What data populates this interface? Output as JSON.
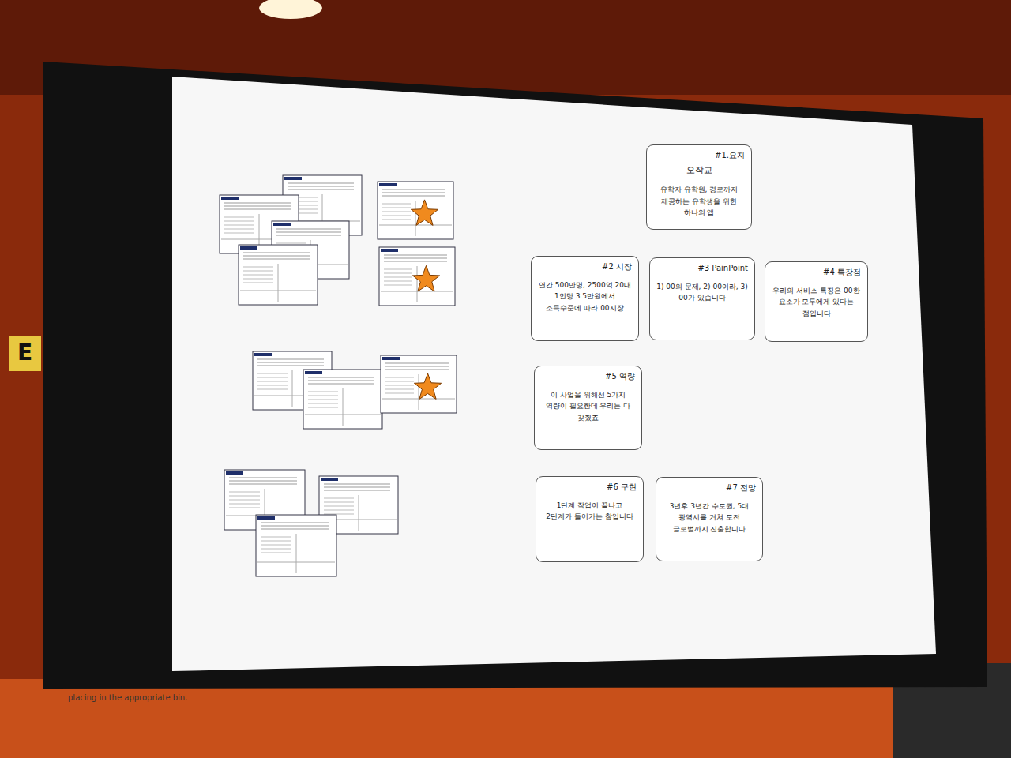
{
  "diagram": {
    "nodes": [
      {
        "text": [
          "#1.요지",
          "오작교",
          "유학자 유학원, 경로까지 제공하는 유학생을 위한 하나의 앱"
        ]
      },
      {
        "text": [
          "#2 시장",
          "연간 500만명, 2500억 20대 1인당 3.5만원에서 소득수준에 따라 00시장"
        ]
      },
      {
        "text": [
          "#3 PainPoint",
          "1) 00의 문제, 2) 00이라, 3) 00가 있습니다"
        ]
      },
      {
        "text": [
          "#4 특장점",
          "우리의 서비스 특징은 00한 요소가 모두에게 있다는 점입니다"
        ]
      },
      {
        "text": [
          "#5 역량",
          "이 사업을 위해선 5가지 역량이 필요한데 우리는 다 갖췄죠"
        ]
      },
      {
        "text": [
          "#6 구현",
          "1단계 작업이 끝나고 2단계가 들어가는 참입니다"
        ]
      },
      {
        "text": [
          "#7 전망",
          "3년후 3년간 수도권, 5대 광역시를 거쳐 도전 글로벌까지 진출합니다"
        ]
      }
    ],
    "labels": [
      "E",
      "placing in the appropriate bin."
    ]
  }
}
